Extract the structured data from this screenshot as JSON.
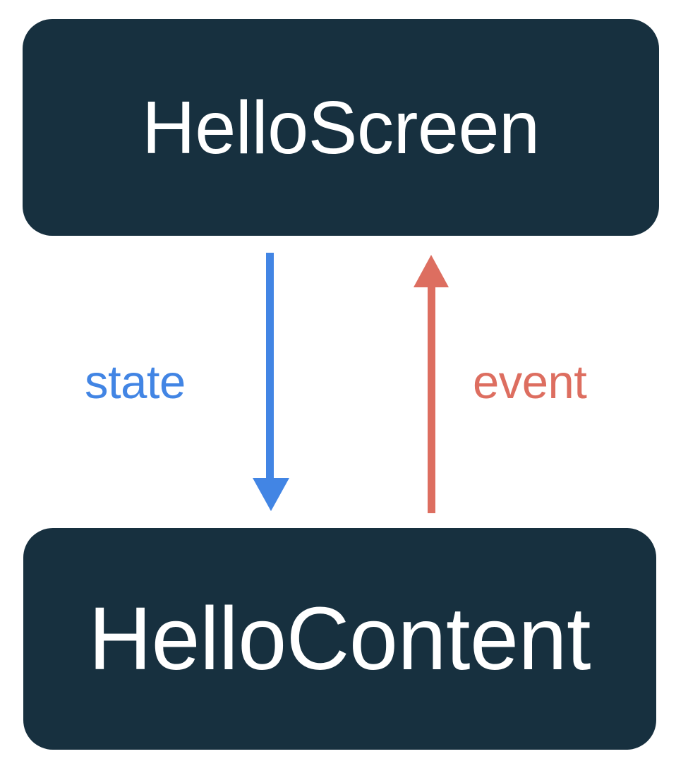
{
  "diagram": {
    "type": "unidirectional-data-flow",
    "background_color": "#ffffff",
    "title_text": "",
    "nodes": [
      {
        "id": "hello-screen",
        "label": "HelloScreen",
        "fill_color": "#17303F",
        "text_color": "#ffffff",
        "shape": "rounded-rectangle"
      },
      {
        "id": "hello-content",
        "label": "HelloContent",
        "fill_color": "#17303F",
        "text_color": "#ffffff",
        "shape": "rounded-rectangle"
      }
    ],
    "edges": [
      {
        "id": "state-edge",
        "label": "state",
        "from": "hello-screen",
        "to": "hello-content",
        "direction": "down",
        "color": "#4285E4"
      },
      {
        "id": "event-edge",
        "label": "event",
        "from": "hello-content",
        "to": "hello-screen",
        "direction": "up",
        "color": "#DD6E60"
      }
    ]
  }
}
